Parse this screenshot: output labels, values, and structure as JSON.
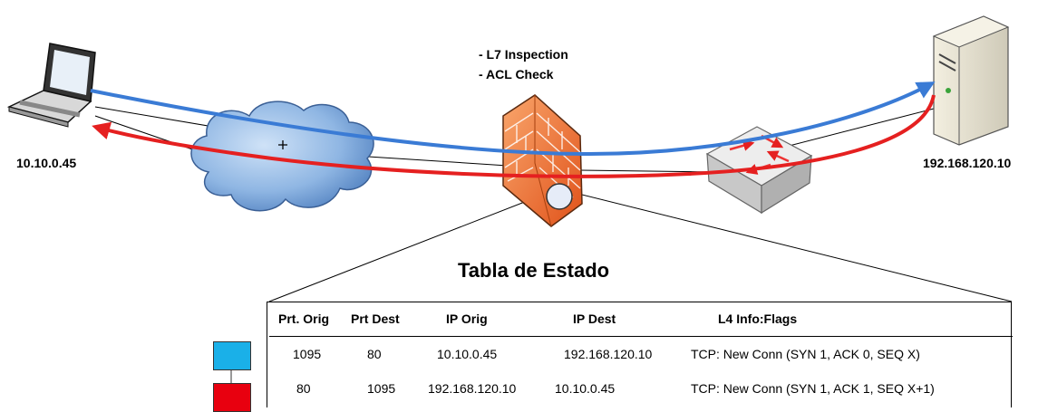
{
  "host_left": {
    "ip": "10.10.0.45"
  },
  "host_right": {
    "ip": "192.168.120.10"
  },
  "firewall": {
    "notes": [
      "- L7 Inspection",
      "- ACL Check"
    ]
  },
  "colors": {
    "forward_flow": "#3a7bd5",
    "return_flow": "#e52020",
    "swatch_1": "#1ab0e8",
    "swatch_2": "#e8000f",
    "firewall": "#f07a2a",
    "cloud": "#7aa6d8"
  },
  "table": {
    "title": "Tabla de Estado",
    "headers": [
      "Prt. Orig",
      "Prt Dest",
      "IP Orig",
      "IP Dest",
      "L4 Info:Flags"
    ],
    "rows": [
      [
        "1095",
        "80",
        "10.10.0.45",
        "192.168.120.10",
        "TCP: New Conn (SYN 1, ACK 0, SEQ X)"
      ],
      [
        "80",
        "1095",
        "192.168.120.10",
        "10.10.0.45",
        "TCP: New Conn (SYN 1, ACK 1, SEQ X+1)"
      ]
    ]
  }
}
